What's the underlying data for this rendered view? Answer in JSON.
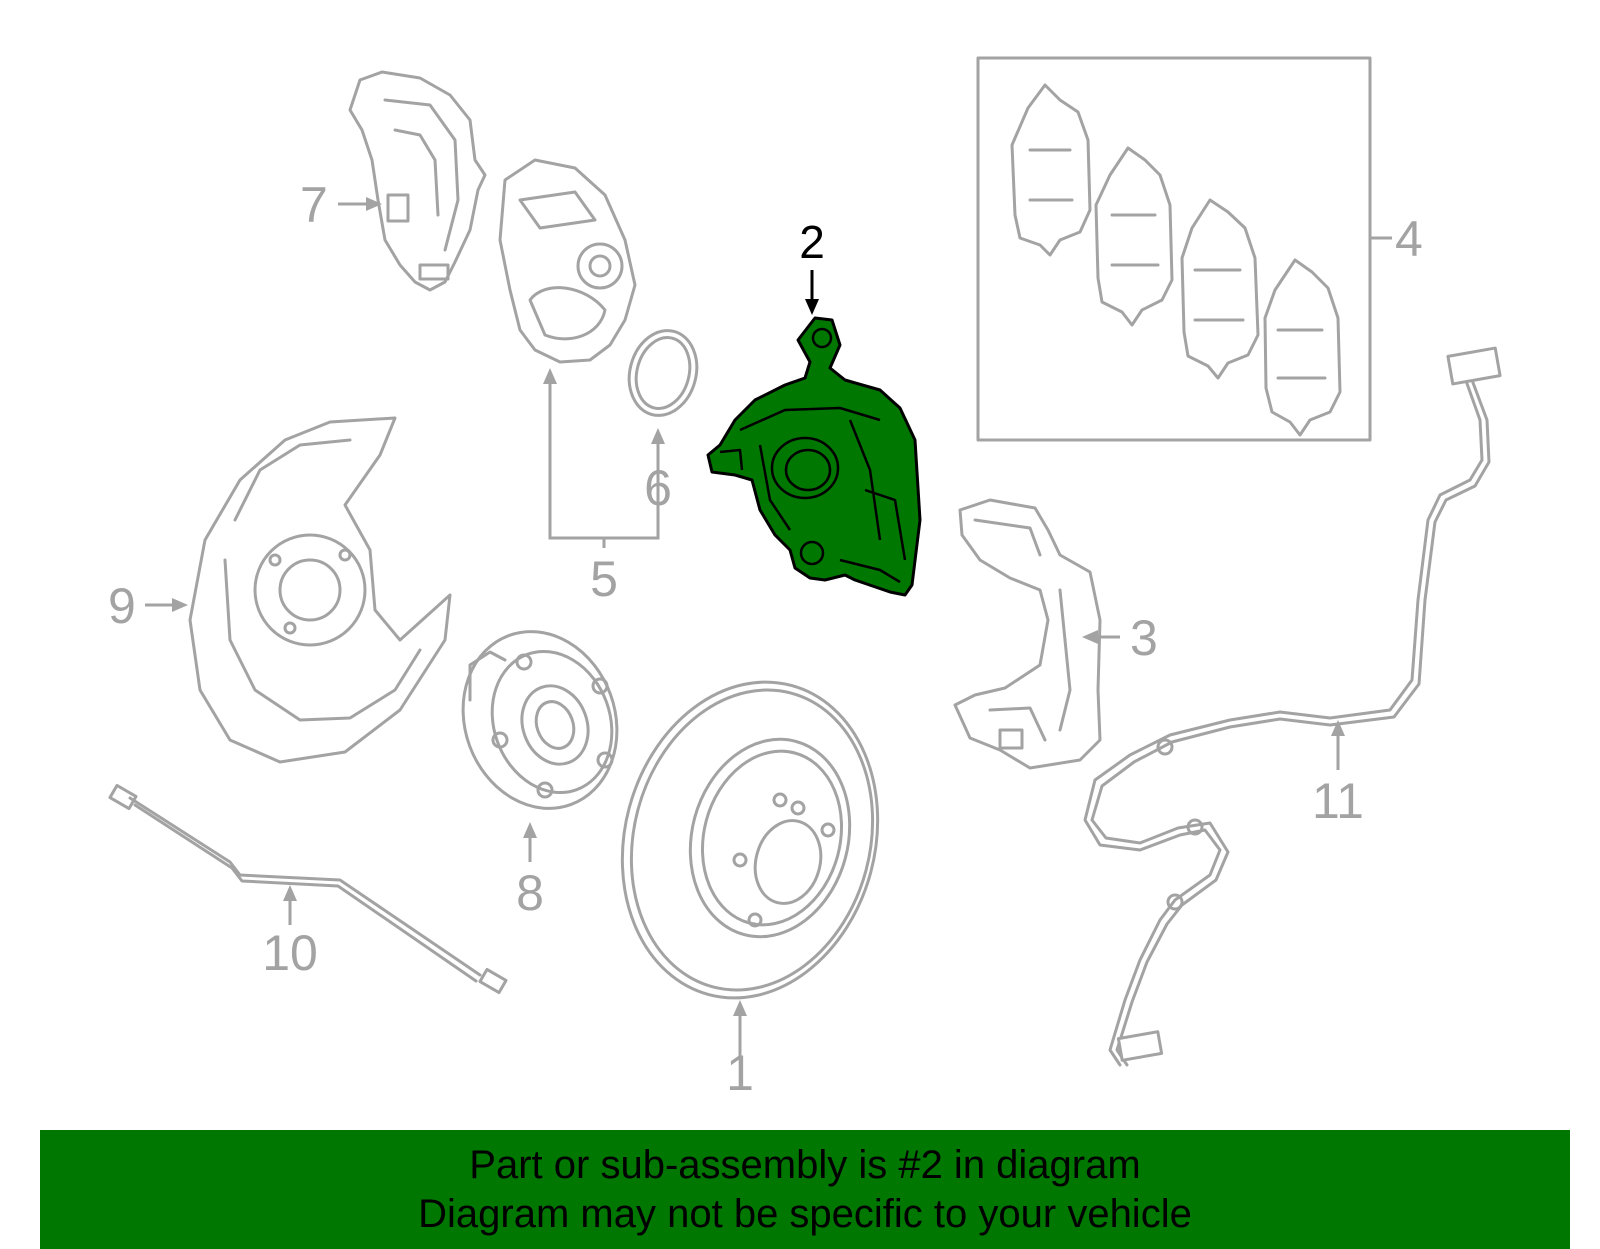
{
  "diagram": {
    "highlight_color": "#007700",
    "part_color": "#a3a3a3",
    "highlighted_callout": "2",
    "callouts": [
      {
        "id": "1",
        "label": "1"
      },
      {
        "id": "2",
        "label": "2"
      },
      {
        "id": "3",
        "label": "3"
      },
      {
        "id": "4",
        "label": "4"
      },
      {
        "id": "5",
        "label": "5"
      },
      {
        "id": "6",
        "label": "6"
      },
      {
        "id": "7",
        "label": "7"
      },
      {
        "id": "8",
        "label": "8"
      },
      {
        "id": "9",
        "label": "9"
      },
      {
        "id": "10",
        "label": "10"
      },
      {
        "id": "11",
        "label": "11"
      }
    ]
  },
  "caption": {
    "background": "#007700",
    "line1": "Part or sub-assembly is #2 in diagram",
    "line2": "Diagram may not be specific to your vehicle"
  }
}
